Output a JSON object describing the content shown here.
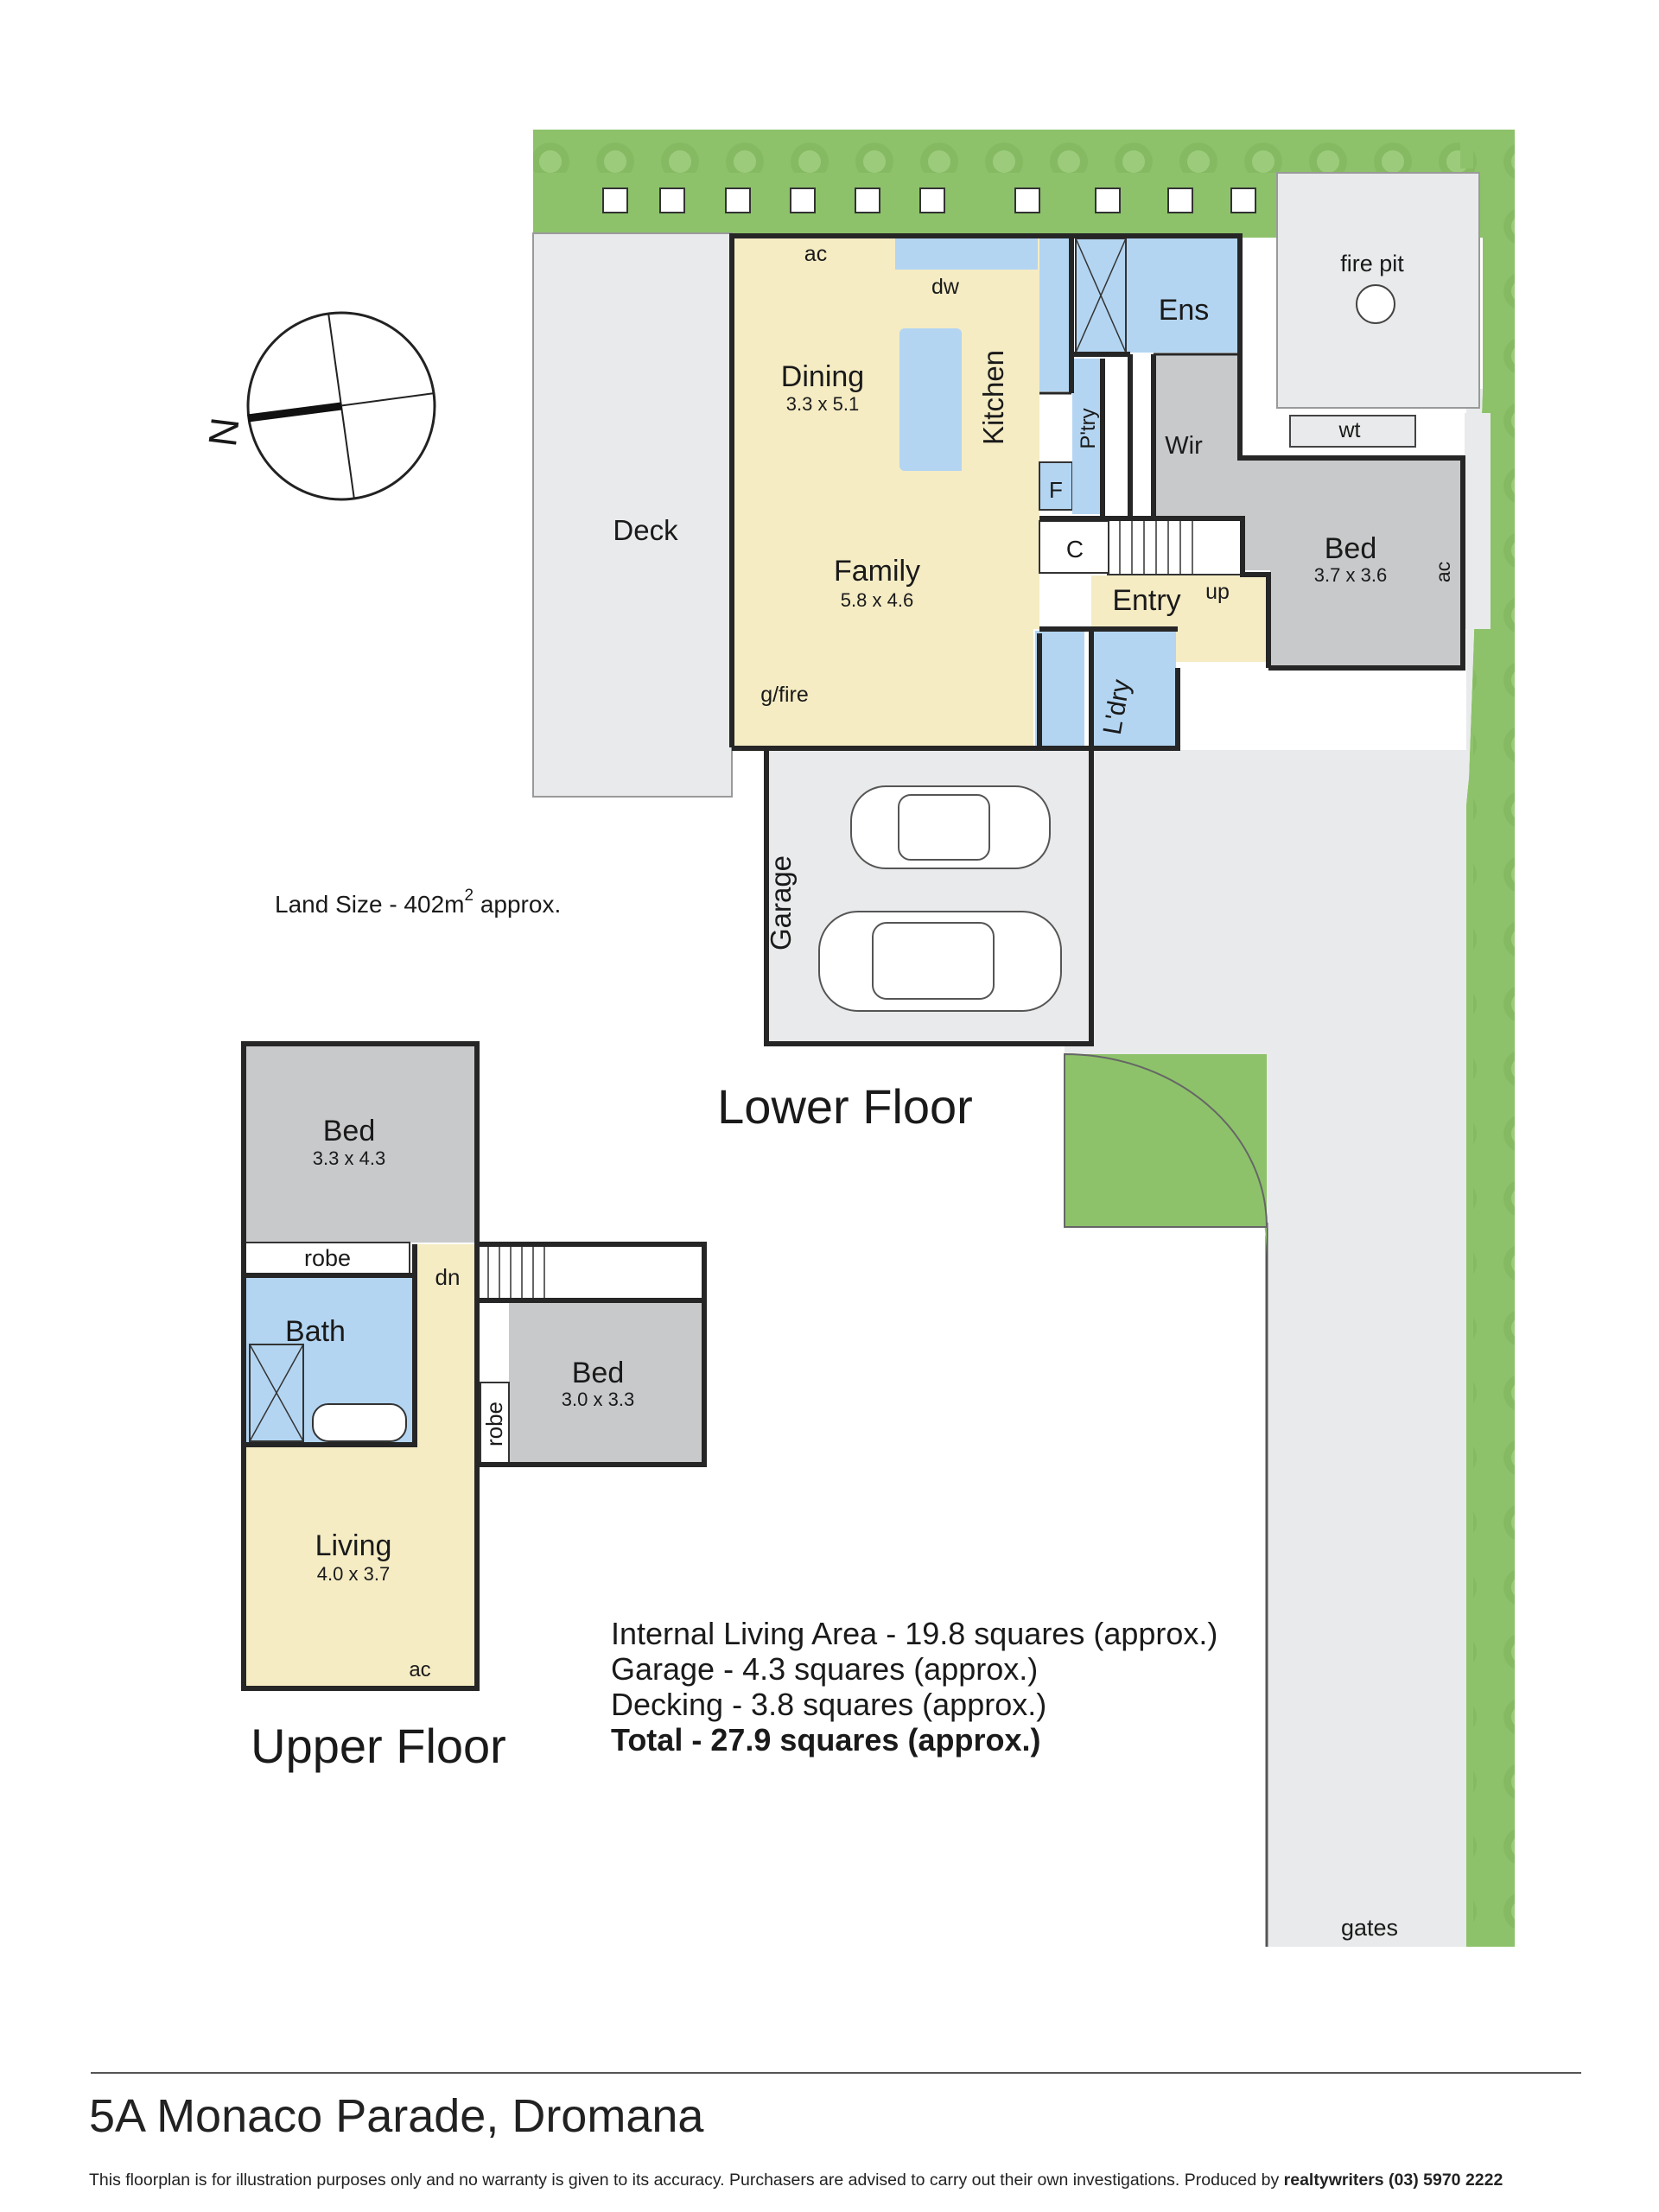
{
  "address": "5A Monaco Parade, Dromana",
  "disclaimer": "This floorplan is for illustration purposes only and no warranty is given to its accuracy. Purchasers are advised to carry out their own investigations. Produced by",
  "producer": "realtywriters (03) 5970 2222",
  "land_size": {
    "prefix": "Land Size - 402m",
    "sup": "2",
    "suffix": " approx."
  },
  "floors": {
    "lower": "Lower Floor",
    "upper": "Upper Floor"
  },
  "areas": {
    "internal": "Internal Living Area - 19.8 squares (approx.)",
    "garage": "Garage - 4.3 squares (approx.)",
    "decking": "Decking - 3.8 squares (approx.)",
    "total": "Total - 27.9 squares (approx.)"
  },
  "compass": {
    "north_label": "N"
  },
  "lower_rooms": {
    "dining": {
      "name": "Dining",
      "dims": "3.3 x 5.1"
    },
    "family": {
      "name": "Family",
      "dims": "5.8 x 4.6"
    },
    "kitchen": {
      "name": "Kitchen"
    },
    "pantry": {
      "name": "P'try"
    },
    "ens": {
      "name": "Ens"
    },
    "wir": {
      "name": "Wir"
    },
    "bed": {
      "name": "Bed",
      "dims": "3.7 x 3.6"
    },
    "entry": {
      "name": "Entry"
    },
    "up": "up",
    "cupboard": "C",
    "fridge": "F",
    "laundry": {
      "name": "L'dry"
    },
    "garage": {
      "name": "Garage"
    },
    "deck": {
      "name": "Deck"
    },
    "fire_pit": "fire pit",
    "wt": "wt",
    "gates": "gates",
    "ac_dining": "ac",
    "ac_bed": "ac",
    "dw": "dw",
    "gfire": "g/fire"
  },
  "upper_rooms": {
    "bed1": {
      "name": "Bed",
      "dims": "3.3 x 4.3"
    },
    "robe1": "robe",
    "bath": {
      "name": "Bath"
    },
    "dn": "dn",
    "bed2": {
      "name": "Bed",
      "dims": "3.0 x 3.3"
    },
    "robe2": "robe",
    "living": {
      "name": "Living",
      "dims": "4.0 x 3.7"
    },
    "ac": "ac"
  },
  "colors": {
    "grass": "#8dc26a",
    "paving": "#e9eaeb",
    "living_fill": "#f5ecc4",
    "wet_fill": "#b3d5f2",
    "bed_fill": "#c8c9cb",
    "wall": "#262626"
  }
}
